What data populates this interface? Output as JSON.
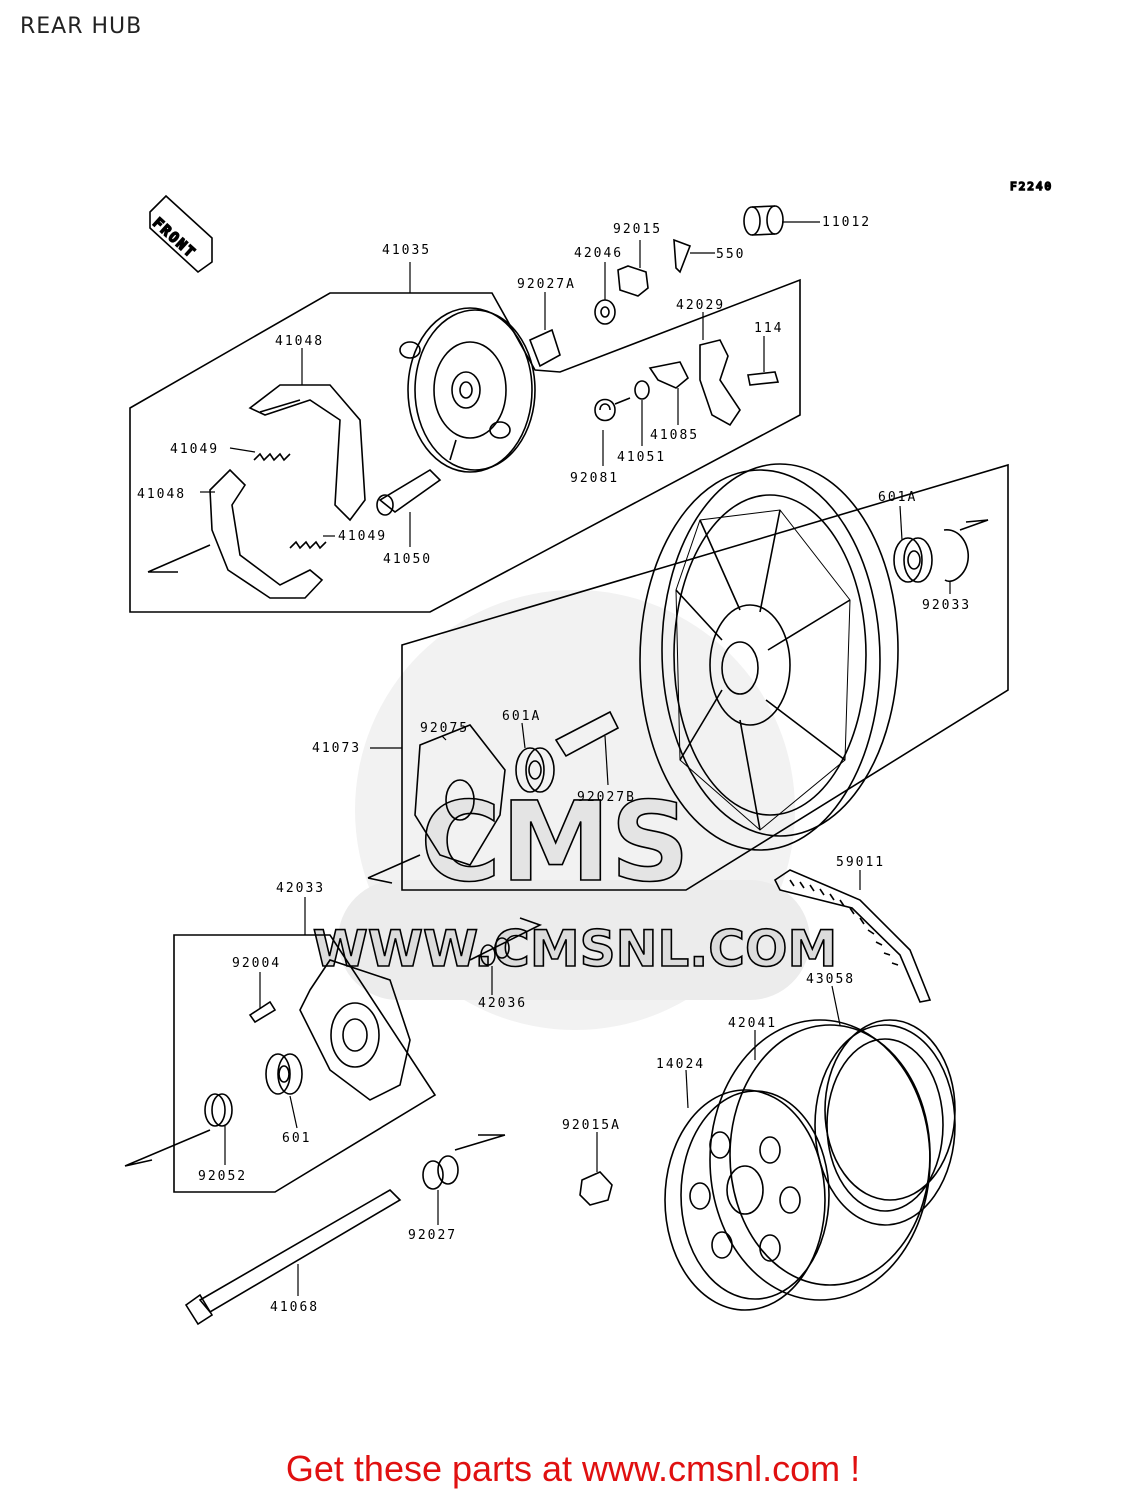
{
  "title": "REAR HUB",
  "figure_code": "F2240",
  "front_label": "FRONT",
  "watermark": {
    "brand": "CMS",
    "url": "WWW.CMSNL.COM"
  },
  "promo": "Get these parts at www.cmsnl.com !",
  "colors": {
    "promo": "#e01010",
    "line": "#000000",
    "watermark": "#e4e4e4"
  },
  "parts": {
    "p11012": "11012",
    "p550": "550",
    "p92015": "92015",
    "p42046": "42046",
    "p41035": "41035",
    "p92027A": "92027A",
    "p42029": "42029",
    "p114": "114",
    "p41048a": "41048",
    "p41048b": "41048",
    "p41049a": "41049",
    "p41049b": "41049",
    "p41050": "41050",
    "p92081": "92081",
    "p41051": "41051",
    "p41085": "41085",
    "p601A_a": "601A",
    "p601A_b": "601A",
    "p92033": "92033",
    "p41073": "41073",
    "p92075": "92075",
    "p92027B": "92027B",
    "p59011": "59011",
    "p42033": "42033",
    "p92004": "92004",
    "p42036": "42036",
    "p43058": "43058",
    "p42041": "42041",
    "p14024": "14024",
    "p601": "601",
    "p92015A": "92015A",
    "p92052": "92052",
    "p92027": "92027",
    "p41068": "41068"
  }
}
